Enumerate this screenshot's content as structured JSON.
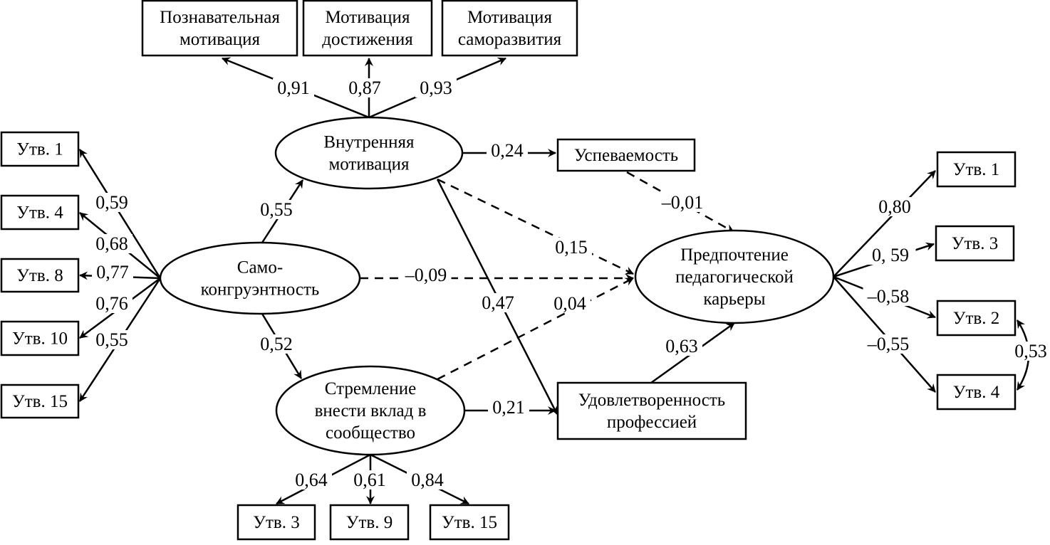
{
  "nodes": {
    "cognitive_motivation": {
      "lines": [
        "Познавательная",
        "мотивация"
      ],
      "shape": "box"
    },
    "achievement_motivation": {
      "lines": [
        "Мотивация",
        "достижения"
      ],
      "shape": "box"
    },
    "selfdev_motivation": {
      "lines": [
        "Мотивация",
        "саморазвития"
      ],
      "shape": "box"
    },
    "intrinsic_motivation": {
      "lines": [
        "Внутренняя",
        "мотивация"
      ],
      "shape": "ellipse"
    },
    "performance": {
      "lines": [
        "Успеваемость"
      ],
      "shape": "box"
    },
    "self_congruence": {
      "lines": [
        "Само-",
        "конгруэнтность"
      ],
      "shape": "ellipse"
    },
    "contribution": {
      "lines": [
        "Стремление",
        "внести вклад в",
        "сообщество"
      ],
      "shape": "ellipse"
    },
    "satisfaction": {
      "lines": [
        "Удовлетворенность",
        "профессией"
      ],
      "shape": "box"
    },
    "career_preference": {
      "lines": [
        "Предпочтение",
        "педагогической",
        "карьеры"
      ],
      "shape": "ellipse"
    },
    "sc_item1": {
      "lines": [
        "Утв. 1"
      ],
      "shape": "box"
    },
    "sc_item4": {
      "lines": [
        "Утв. 4"
      ],
      "shape": "box"
    },
    "sc_item8": {
      "lines": [
        "Утв. 8"
      ],
      "shape": "box"
    },
    "sc_item10": {
      "lines": [
        "Утв. 10"
      ],
      "shape": "box"
    },
    "sc_item15": {
      "lines": [
        "Утв. 15"
      ],
      "shape": "box"
    },
    "ct_item3": {
      "lines": [
        "Утв. 3"
      ],
      "shape": "box"
    },
    "ct_item9": {
      "lines": [
        "Утв. 9"
      ],
      "shape": "box"
    },
    "ct_item15": {
      "lines": [
        "Утв. 15"
      ],
      "shape": "box"
    },
    "cp_item1": {
      "lines": [
        "Утв. 1"
      ],
      "shape": "box"
    },
    "cp_item3": {
      "lines": [
        "Утв. 3"
      ],
      "shape": "box"
    },
    "cp_item2": {
      "lines": [
        "Утв. 2"
      ],
      "shape": "box"
    },
    "cp_item4": {
      "lines": [
        "Утв. 4"
      ],
      "shape": "box"
    }
  },
  "edges": [
    {
      "from": "intrinsic_motivation",
      "to": "cognitive_motivation",
      "label": "0,91",
      "style": "solid"
    },
    {
      "from": "intrinsic_motivation",
      "to": "achievement_motivation",
      "label": "0,87",
      "style": "solid"
    },
    {
      "from": "intrinsic_motivation",
      "to": "selfdev_motivation",
      "label": "0,93",
      "style": "solid"
    },
    {
      "from": "intrinsic_motivation",
      "to": "performance",
      "label": "0,24",
      "style": "solid"
    },
    {
      "from": "intrinsic_motivation",
      "to": "career_preference",
      "label": "0,15",
      "style": "dashed"
    },
    {
      "from": "intrinsic_motivation",
      "to": "satisfaction",
      "label": "0,47",
      "style": "solid"
    },
    {
      "from": "performance",
      "to": "career_preference",
      "label": "–0,01",
      "style": "dashed"
    },
    {
      "from": "self_congruence",
      "to": "intrinsic_motivation",
      "label": "0,55",
      "style": "solid"
    },
    {
      "from": "self_congruence",
      "to": "contribution",
      "label": "0,52",
      "style": "solid"
    },
    {
      "from": "self_congruence",
      "to": "career_preference",
      "label": "–0,09",
      "style": "dashed"
    },
    {
      "from": "self_congruence",
      "to": "sc_item1",
      "label": "0,59",
      "style": "solid"
    },
    {
      "from": "self_congruence",
      "to": "sc_item4",
      "label": "0,68",
      "style": "solid"
    },
    {
      "from": "self_congruence",
      "to": "sc_item8",
      "label": "0,77",
      "style": "solid"
    },
    {
      "from": "self_congruence",
      "to": "sc_item10",
      "label": "0,76",
      "style": "solid"
    },
    {
      "from": "self_congruence",
      "to": "sc_item15",
      "label": "0,55",
      "style": "solid"
    },
    {
      "from": "contribution",
      "to": "career_preference",
      "label": "0,04",
      "style": "dashed"
    },
    {
      "from": "contribution",
      "to": "satisfaction",
      "label": "0,21",
      "style": "solid"
    },
    {
      "from": "contribution",
      "to": "ct_item3",
      "label": "0,64",
      "style": "solid"
    },
    {
      "from": "contribution",
      "to": "ct_item9",
      "label": "0,61",
      "style": "solid"
    },
    {
      "from": "contribution",
      "to": "ct_item15",
      "label": "0,84",
      "style": "solid"
    },
    {
      "from": "satisfaction",
      "to": "career_preference",
      "label": "0,63",
      "style": "solid"
    },
    {
      "from": "career_preference",
      "to": "cp_item1",
      "label": "0,80",
      "style": "solid"
    },
    {
      "from": "career_preference",
      "to": "cp_item3",
      "label": "0, 59",
      "style": "solid"
    },
    {
      "from": "career_preference",
      "to": "cp_item2",
      "label": "–0,58",
      "style": "solid"
    },
    {
      "from": "career_preference",
      "to": "cp_item4",
      "label": "–0,55",
      "style": "solid"
    },
    {
      "from": "cp_item2",
      "to": "cp_item4",
      "label": "0,53",
      "style": "covariance"
    }
  ]
}
